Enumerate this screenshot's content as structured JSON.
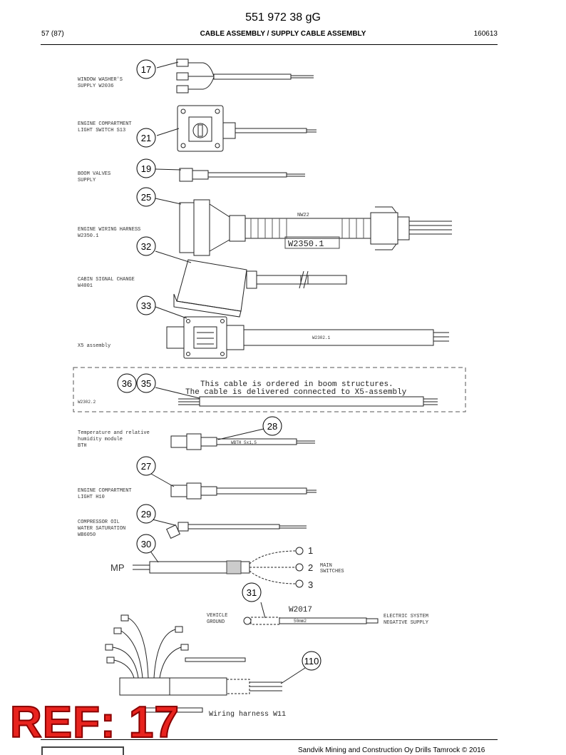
{
  "header": {
    "doc_number": "551 972 38 gG",
    "page_ref": "57 (87)",
    "title": "CABLE ASSEMBLY / SUPPLY CABLE ASSEMBLY",
    "date": "160613"
  },
  "parts": [
    {
      "callout": "17",
      "label_lines": [
        "WINDOW WASHER'S",
        "SUPPLY W2036"
      ]
    },
    {
      "callout": "21",
      "label_lines": [
        "ENGINE COMPARTMENT",
        "LIGHT SWITCH S13"
      ]
    },
    {
      "callout": "19",
      "label_lines": [
        "BOOM VALVES",
        "SUPPLY"
      ]
    },
    {
      "callout": "25",
      "label_lines": [
        "ENGINE WIRING HARNESS",
        "W2350.1"
      ],
      "tags": [
        "NW22",
        "W2350.1"
      ]
    },
    {
      "callout": "32",
      "label_lines": [
        "CABIN SIGNAL CHANGE",
        "W4001"
      ]
    },
    {
      "callout": "33",
      "label_lines": [
        "X5 assembly"
      ],
      "tags": [
        "W2302.1"
      ]
    },
    {
      "callout_a": "36",
      "callout_b": "35",
      "label_lines": [
        "W2302.2"
      ],
      "note_lines": [
        "This cable is ordered in boom structures.",
        "The cable is delivered connected to X5-assembly"
      ]
    },
    {
      "callout": "28",
      "label_lines": [
        "Temperature and relative",
        "humidity module",
        "BTH"
      ],
      "tags": [
        "WBTH   5x1,5"
      ]
    },
    {
      "callout": "27",
      "label_lines": [
        "ENGINE COMPARTMENT",
        "LIGHT H10"
      ]
    },
    {
      "callout": "29",
      "label_lines": [
        "COMPRESSOR OIL",
        "WATER SATURATION",
        "WB6050"
      ]
    },
    {
      "callout": "30",
      "label_lines": [
        "MP"
      ],
      "terminals": [
        "1",
        "2",
        "3"
      ],
      "side_label_lines": [
        "MAIN",
        "SWITCHES"
      ]
    },
    {
      "callout": "31",
      "label_lines": [
        "VEHICLE",
        "GROUND"
      ],
      "tags": [
        "W2017",
        "50mm2"
      ],
      "side_label_lines": [
        "ELECTRIC SYSTEM",
        "NEGATIVE SUPPLY"
      ]
    },
    {
      "callout": "110",
      "label_lines": [
        "Wiring harness W11"
      ]
    }
  ],
  "stamp": "REF: 17",
  "footer": {
    "text": "Sandvik Mining and Construction Oy Drills Tamrock © 2016"
  }
}
